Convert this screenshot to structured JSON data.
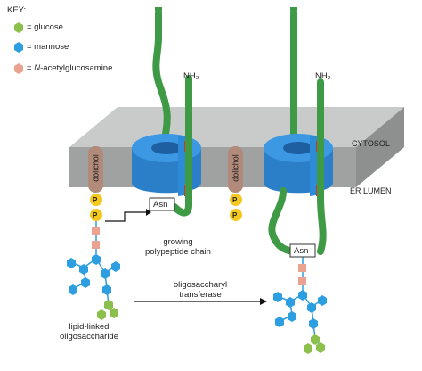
{
  "key": {
    "title": "KEY:",
    "items": [
      {
        "label": "= glucose",
        "color": "#8cc04d",
        "shape": "hexagon"
      },
      {
        "label": "= mannose",
        "color": "#2d9ee0",
        "shape": "hexagon"
      },
      {
        "label": "= N-acetylglucosamine",
        "color": "#eaa390",
        "shape": "hexagon"
      }
    ]
  },
  "labels": {
    "nh2_left": "NH₂",
    "nh2_right": "NH₂",
    "cytosol": "CYTOSOL",
    "er_lumen": "ER LUMEN",
    "dolichol_left": "dolichol",
    "dolichol_right": "dolichol",
    "asn_left": "Asn",
    "asn_right": "Asn",
    "phosphate": "P",
    "growing_line1": "growing",
    "growing_line2": "polypeptide chain",
    "lipid_line1": "lipid-linked",
    "lipid_line2": "oligosaccharide",
    "transferase_line1": "oligosaccharyl",
    "transferase_line2": "transferase"
  },
  "colors": {
    "membrane_top": "#c9cbcb",
    "membrane_side": "#9a9c9c",
    "translocon": "#2e8bd8",
    "chain": "#3f9a46",
    "signal": "#d4323a",
    "dolichol": "#b28a7a",
    "phosphate": "#f4c81e"
  }
}
